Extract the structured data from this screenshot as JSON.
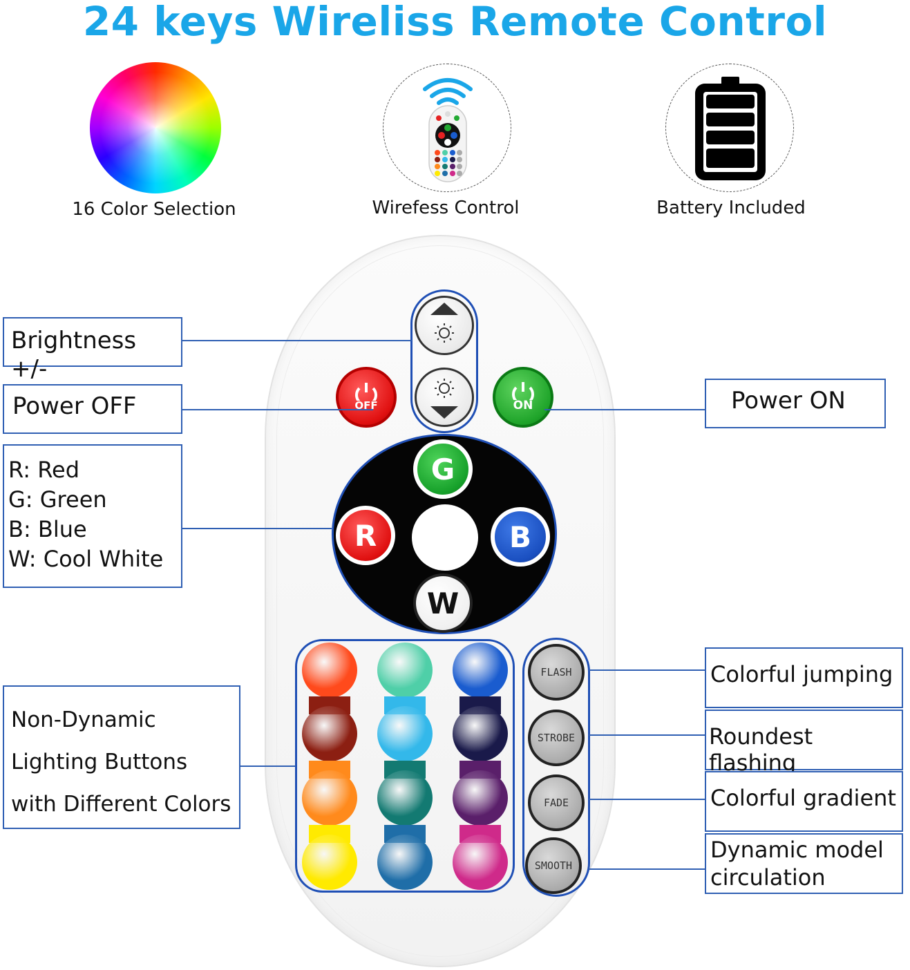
{
  "title": "24 keys Wireliss Remote Control",
  "colors": {
    "title": "#1aa6e8",
    "callout_border": "#2f5fb3",
    "line": "#2f5fb3"
  },
  "features": [
    {
      "label": "16 Color Selection",
      "icon": "color-wheel-icon"
    },
    {
      "label": "Wirefess Control",
      "icon": "remote-wireless-icon"
    },
    {
      "label": "Battery Included",
      "icon": "battery-icon"
    }
  ],
  "callouts": {
    "brightness": "Brightness +/-",
    "power_off": "Power OFF",
    "power_on": "Power ON",
    "rgbw": [
      "R: Red",
      "G: Green",
      "B: Blue",
      "W: Cool White"
    ],
    "non_dynamic": [
      "Non-Dynamic",
      "Lighting Buttons",
      "with Different Colors"
    ],
    "flash": "Colorful jumping",
    "strobe": "Roundest flashing",
    "fade": "Colorful gradient",
    "smooth": [
      "Dynamic model",
      "circulation"
    ]
  },
  "remote": {
    "off_label": "OFF",
    "on_label": "ON",
    "keys": {
      "r": "R",
      "g": "G",
      "b": "B",
      "w": "W"
    },
    "modes": [
      "FLASH",
      "STROBE",
      "FADE",
      "SMOOTH"
    ],
    "swatch_colors": [
      [
        "#ff4a1c",
        "#4fcfa8",
        "#1a5ccf"
      ],
      [
        "#8c1f12",
        "#33b8ea",
        "#1a1a4a"
      ],
      [
        "#ff8a1c",
        "#137a72",
        "#5a1f6a"
      ],
      [
        "#ffea00",
        "#1f6ea8",
        "#cf2a8a"
      ]
    ]
  }
}
